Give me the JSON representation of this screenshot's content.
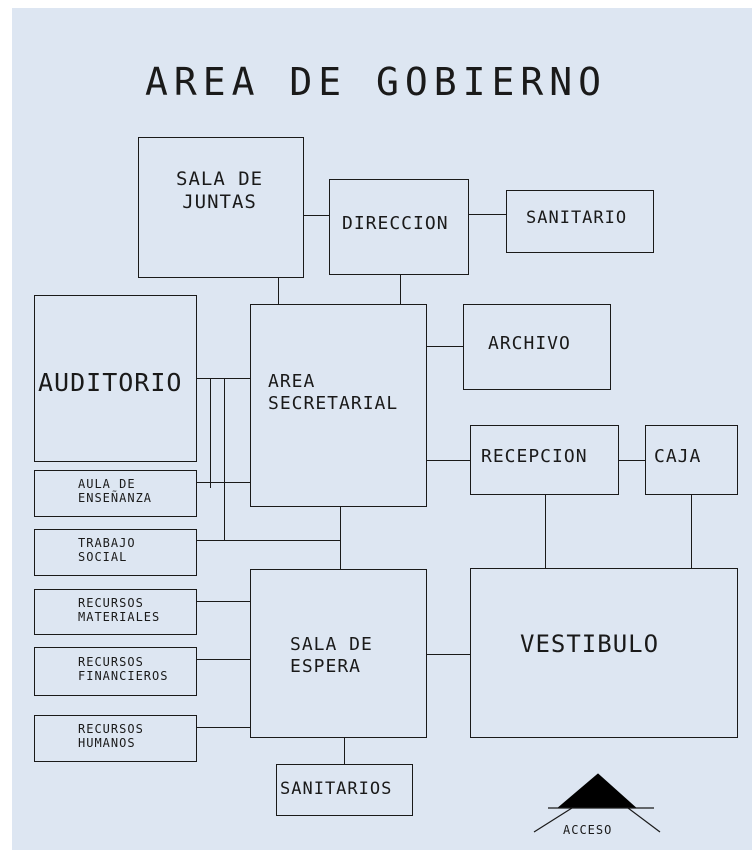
{
  "title": "AREA DE GOBIERNO",
  "rooms": {
    "sala_juntas": "SALA DE\nJUNTAS",
    "direccion": "DIRECCION",
    "sanitario": "SANITARIO",
    "auditorio": "AUDITORIO",
    "area_secretarial": "AREA\nSECRETARIAL",
    "archivo": "ARCHIVO",
    "recepcion": "RECEPCION",
    "caja": "CAJA",
    "aula_ensenanza": "AULA DE\nENSEÑANZA",
    "trabajo_social": "TRABAJO\nSOCIAL",
    "recursos_materiales": "RECURSOS\nMATERIALES",
    "recursos_financieros": "RECURSOS\nFINANCIEROS",
    "recursos_humanos": "RECURSOS\nHUMANOS",
    "sala_espera": "SALA DE\nESPERA",
    "vestibulo": "VESTIBULO",
    "sanitarios": "SANITARIOS"
  },
  "access": {
    "label": "ACCESO"
  },
  "colors": {
    "background": "#dde6f2",
    "stroke": "#1a1a1a"
  }
}
